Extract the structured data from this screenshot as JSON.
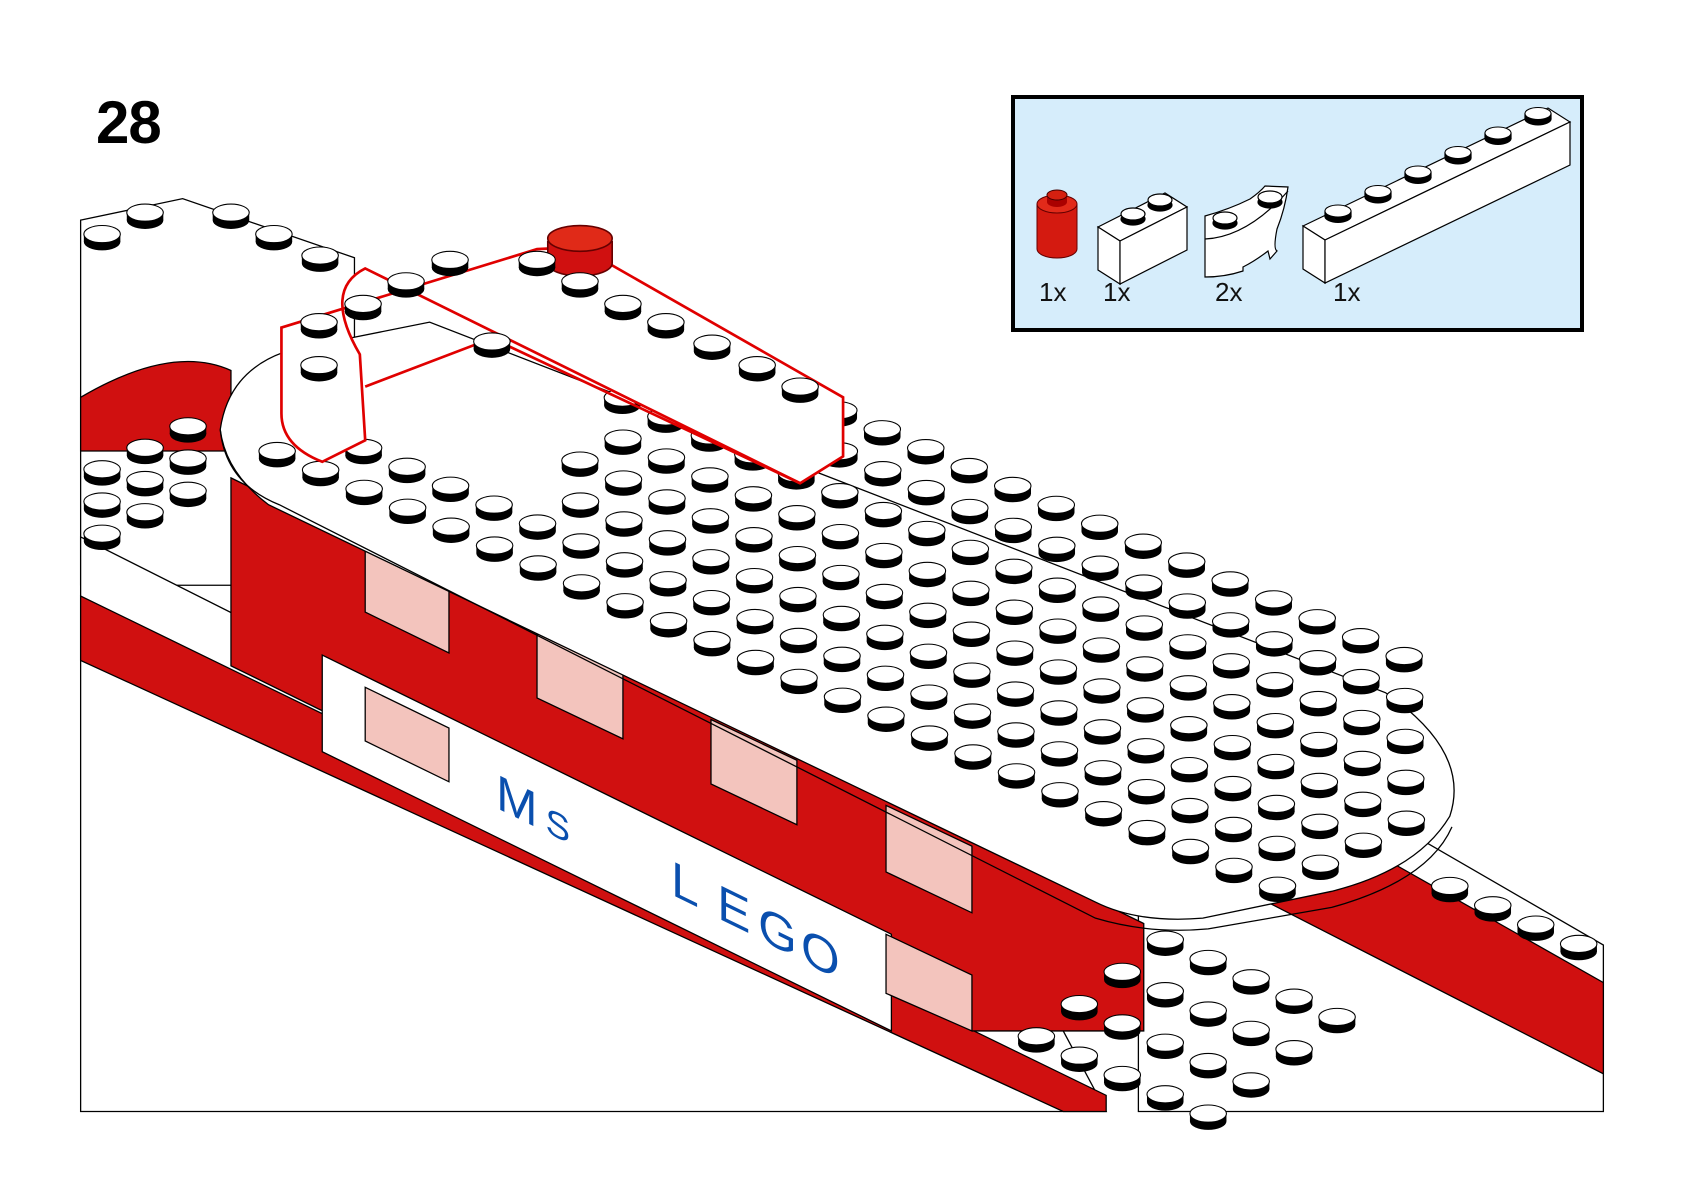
{
  "step_number": "28",
  "parts_callout": {
    "items": [
      {
        "icon": "red-round-brick-1x1-icon",
        "quantity": "1x",
        "color": "#d01010"
      },
      {
        "icon": "white-brick-1x2-icon",
        "quantity": "1x",
        "color": "#ffffff"
      },
      {
        "icon": "white-curved-brick-icon",
        "quantity": "2x",
        "color": "#ffffff"
      },
      {
        "icon": "white-brick-1x6-icon",
        "quantity": "1x",
        "color": "#ffffff"
      }
    ],
    "background": "#d6edfb"
  },
  "hull_lettering": {
    "ms": [
      "M",
      "S"
    ],
    "lego": [
      "L",
      "E",
      "G",
      "O"
    ]
  },
  "colors": {
    "hull_red": "#d01010",
    "highlight": "#e00000",
    "letter_blue": "#0a4fae"
  }
}
